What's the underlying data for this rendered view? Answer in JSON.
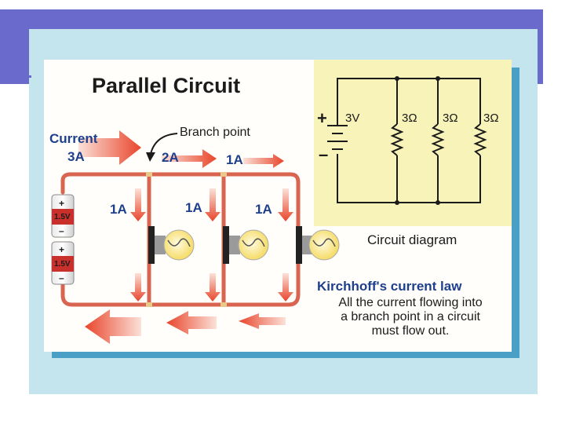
{
  "title": "Parallel Circuit",
  "current_label": "Current",
  "current_value": "3A",
  "branch_point_label": "Branch point",
  "arrow_currents": {
    "top_after_branch": "2A",
    "top_far": "1A",
    "branch_1": "1A",
    "branch_2": "1A",
    "branch_3": "1A"
  },
  "battery": {
    "cell_voltage": "1.5V",
    "plus": "+",
    "minus": "–"
  },
  "circuit_diagram": {
    "caption": "Circuit diagram",
    "source_voltage": "3V",
    "plus": "+",
    "minus": "–",
    "resistors": [
      "3Ω",
      "3Ω",
      "3Ω"
    ]
  },
  "law": {
    "title": "Kirchhoff's current law",
    "lines": [
      "All the current flowing into",
      "a branch point in a circuit",
      "must flow out."
    ]
  },
  "colors": {
    "slide_banner": "#6a6acd",
    "slide_frame": "#c4e4ee",
    "card_shadow": "#4a9fc7",
    "diagram_panel": "#f8f3b8",
    "wire": "#d9644f",
    "arrow": "#e8452b",
    "text_blue": "#1e3f8c"
  }
}
